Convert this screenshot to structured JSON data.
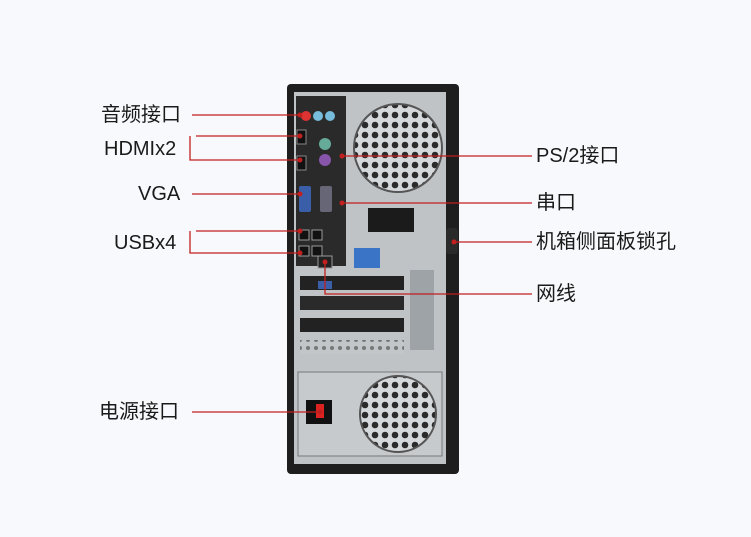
{
  "diagram": {
    "labels_left": {
      "audio": "音频接口",
      "hdmi": "HDMIx2",
      "vga": "VGA",
      "usb": "USBx4",
      "power": "电源接口"
    },
    "labels_right": {
      "ps2": "PS/2接口",
      "serial": "串口",
      "lock": "机箱侧面板锁孔",
      "network": "网线"
    },
    "colors": {
      "callout": "#c21f1f",
      "case_dark": "#202020",
      "panel_metal": "#b9bdc0"
    }
  }
}
